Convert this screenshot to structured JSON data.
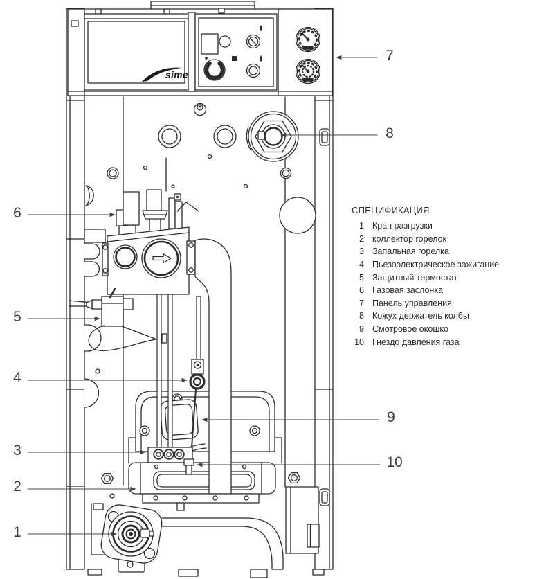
{
  "brand": {
    "logo": "sime"
  },
  "spec": {
    "title": "СПЕЦИФИКАЦИЯ",
    "items": [
      {
        "num": "1",
        "label": "Кран разгрузки"
      },
      {
        "num": "2",
        "label": "коллектор горелок"
      },
      {
        "num": "3",
        "label": "Запальная горелка"
      },
      {
        "num": "4",
        "label": "Пьезоэлектрическое зажигание"
      },
      {
        "num": "5",
        "label": "Защитный термостат"
      },
      {
        "num": "6",
        "label": "Газовая заслонка"
      },
      {
        "num": "7",
        "label": "Панель управления"
      },
      {
        "num": "8",
        "label": "Кожух держатель колбы"
      },
      {
        "num": "9",
        "label": "Смотровое окошко"
      },
      {
        "num": "10",
        "label": "Гнездо давления газа"
      }
    ]
  },
  "callouts": {
    "left": [
      "6",
      "5",
      "4",
      "3",
      "2",
      "1"
    ],
    "right": [
      "7",
      "8",
      "9",
      "10"
    ]
  },
  "colors": {
    "line": "#2b2b2b",
    "callout_text": "#3d3d3d",
    "spec_text": "#2b2b2b"
  }
}
